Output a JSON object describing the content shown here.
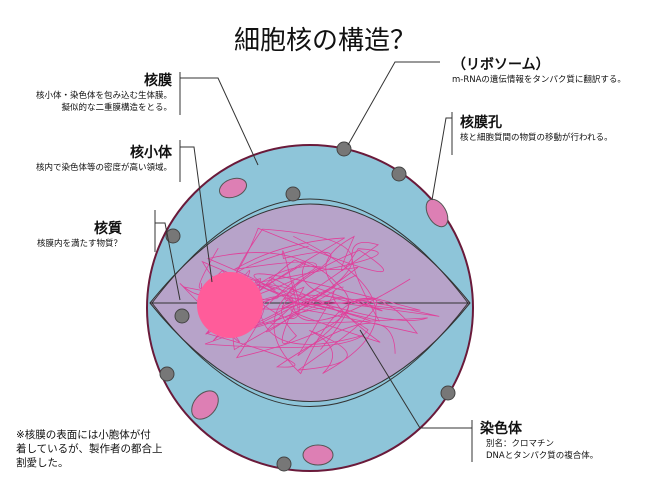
{
  "title": "細胞核の構造？",
  "labels": {
    "membrane": {
      "heading": "核膜",
      "desc1": "核小体・染色体を包み込む生体膜。",
      "desc2": "擬似的な二重膜構造をとる。"
    },
    "nucleolus": {
      "heading": "核小体",
      "desc": "核内で染色体等の密度が高い領域。"
    },
    "nucleoplasm": {
      "heading": "核質",
      "desc": "核膜内を満たす物質？"
    },
    "ribosome": {
      "heading": "（リボソーム）",
      "desc": "m-RNAの遺伝情報をタンパク質に翻訳する。"
    },
    "pore": {
      "heading": "核膜孔",
      "desc": "核と細胞質間の物質の移動が行われる。"
    },
    "chromosome": {
      "heading": "染色体",
      "desc1": "別名：クロマチン",
      "desc2": "DNAとタンパク質の複合体。"
    }
  },
  "note": {
    "line1": "※核膜の表面には小胞体が付",
    "line2": "着しているが、製作者の都合上",
    "line3": "割愛した。"
  },
  "colors": {
    "nucleus": "#8ec5d9",
    "inner": "#b7a3c9",
    "nucleolus": "#ff5c9a",
    "pore": "#dd7fb4",
    "ribosome": "#777777",
    "chromatin": "#e0409a"
  }
}
